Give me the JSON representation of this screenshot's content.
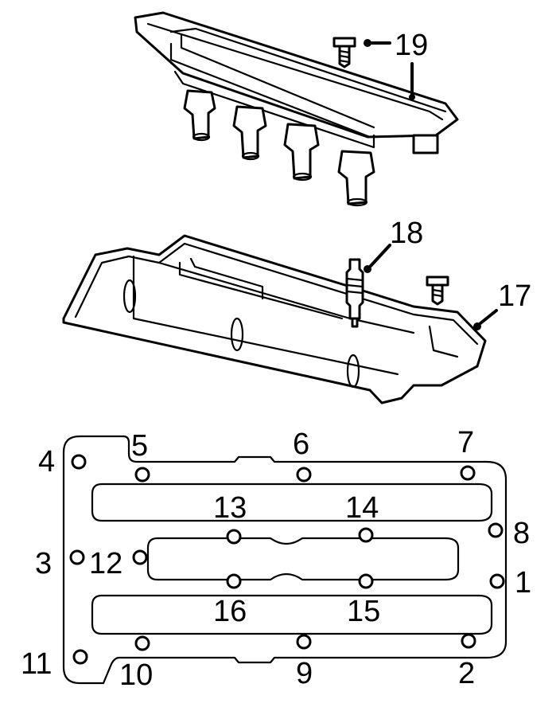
{
  "callouts": {
    "coil": "19",
    "plug": "18",
    "cover": "17"
  },
  "bolt_numbers": [
    "1",
    "2",
    "3",
    "4",
    "5",
    "6",
    "7",
    "8",
    "9",
    "10",
    "11",
    "12",
    "13",
    "14",
    "15",
    "16"
  ]
}
